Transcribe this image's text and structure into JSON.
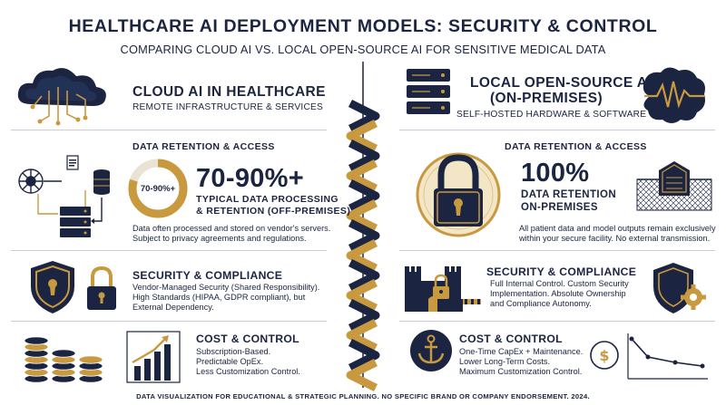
{
  "header": {
    "title": "HEALTHCARE AI DEPLOYMENT MODELS: SECURITY & CONTROL",
    "subtitle": "COMPARING CLOUD AI VS. LOCAL OPEN-SOURCE AI FOR SENSITIVE MEDICAL DATA"
  },
  "left": {
    "heading": "CLOUD AI IN HEALTHCARE",
    "subheading": "REMOTE INFRASTRUCTURE & SERVICES",
    "retention": {
      "heading": "DATA RETENTION & ACCESS",
      "ring_label": "70-90%+",
      "ring_fraction": 0.8,
      "big_value": "70-90%+",
      "caption_line1": "TYPICAL DATA PROCESSING",
      "caption_line2": "& RETENTION (OFF-PREMISES)",
      "body_line1": "Data often processed and stored on vendor's servers.",
      "body_line2": "Subject to privacy agreements and regulations."
    },
    "security": {
      "heading": "SECURITY & COMPLIANCE",
      "line1": "Vendor-Managed Security (Shared Responsibility).",
      "line2": "High Standards (HIPAA, GDPR compliant), but",
      "line3": "External Dependency."
    },
    "cost": {
      "heading": "COST & CONTROL",
      "line1": "Subscription-Based.",
      "line2": "Predictable OpEx.",
      "line3": "Less Customization Control."
    }
  },
  "right": {
    "heading_line1": "LOCAL OPEN-SOURCE AI",
    "heading_line2": "(ON-PREMISES)",
    "subheading": "SELF-HOSTED HARDWARE & SOFTWARE",
    "retention": {
      "heading": "DATA RETENTION & ACCESS",
      "big_value": "100%",
      "caption_line1": "DATA RETENTION",
      "caption_line2": "ON-PREMISES",
      "body_line1": "All patient data and model outputs remain exclusively",
      "body_line2": "within your secure facility. No external transmission."
    },
    "security": {
      "heading": "SECURITY & COMPLIANCE",
      "line1": "Full Internal Control. Custom Security",
      "line2": "Implementation. Absolute Ownership",
      "line3": "and Compliance Autonomy."
    },
    "cost": {
      "heading": "COST & CONTROL",
      "line1": "One-Time CapEx + Maintenance.",
      "line2": "Lower Long-Term Costs.",
      "line3": "Maximum Customization Control."
    }
  },
  "footer": {
    "text": "DATA VISUALIZATION FOR EDUCATIONAL & STRATEGIC PLANNING. NO SPECIFIC BRAND OR COMPANY ENDORSEMENT. 2024."
  },
  "colors": {
    "navy": "#1b2440",
    "gold": "#c9993f",
    "light_gold": "#e8c67a",
    "rule": "#c9ccd6"
  },
  "icons": {
    "left_header": "cloud-circuit-icon",
    "left_retention": "data-network-icon",
    "left_security": "shield-lock-icon",
    "left_cost": "coins-chart-icon",
    "right_header": "server-brain-icon",
    "right_retention": "padlock-icon",
    "right_security": "castle-fortress-icon",
    "right_cost": "anchor-cost-icon",
    "divider": "chain-divider-icon"
  }
}
